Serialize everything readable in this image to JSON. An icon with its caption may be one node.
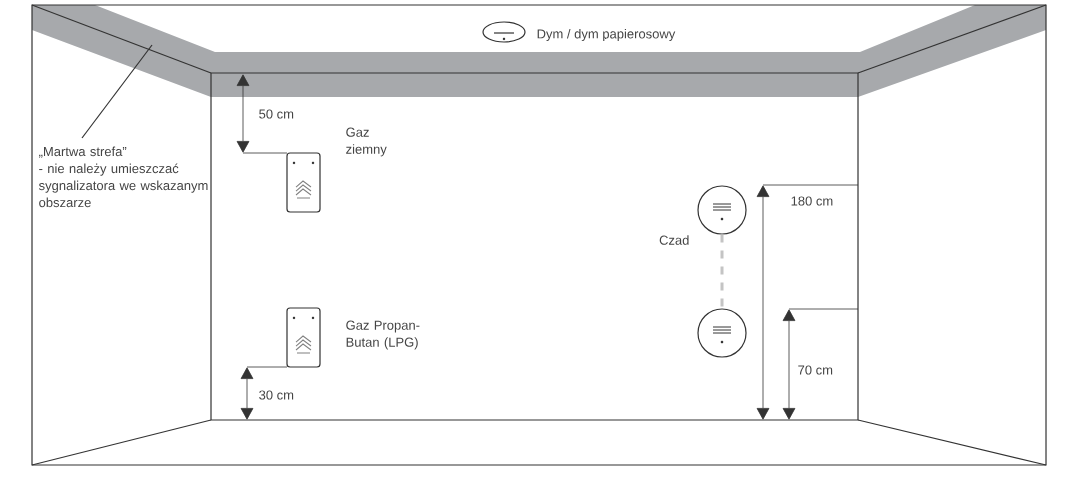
{
  "diagram": {
    "nodes": [
      {
        "text": [
          "„Martwa strefa”",
          "- nie należy umieszczać sygnalizatora we wskazanym obszarze"
        ]
      },
      {
        "text": [],
        "shape": "circle"
      },
      {
        "text": [],
        "shape": "circle"
      }
    ],
    "edges": [
      {
        "from": 0,
        "to": null,
        "arrow": "none"
      },
      {
        "from": 1,
        "to": 2,
        "arrow": "none",
        "style": "dashed",
        "color": "#c4c4c4"
      }
    ],
    "labels": [
      "Dym / dym papierosowy",
      "50 cm",
      "Gaz ziemny",
      "180 cm",
      "Czad",
      "Gaz Propan-Butan (LPG)",
      "70 cm",
      "30 cm"
    ]
  }
}
